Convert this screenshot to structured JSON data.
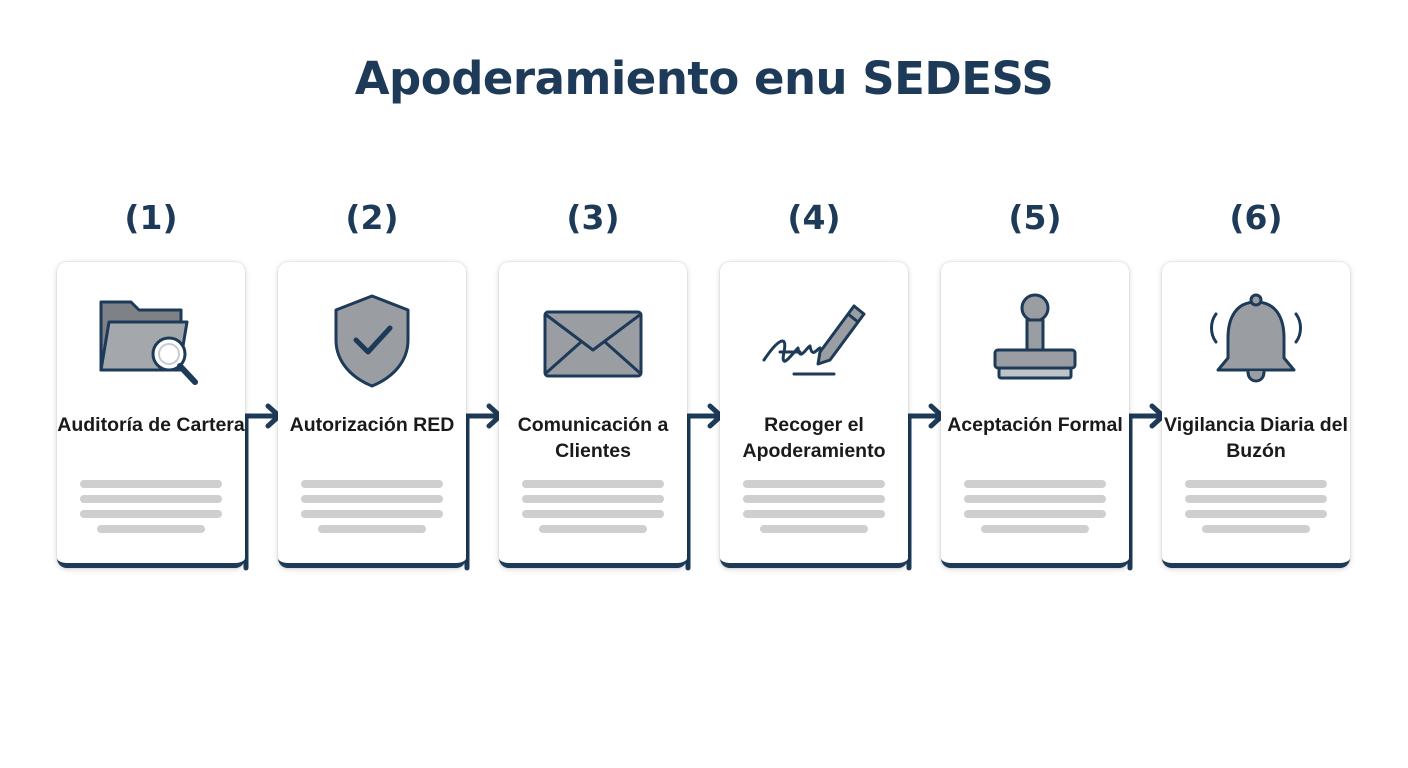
{
  "title": "Apoderamiento enu SEDESS",
  "colors": {
    "accent": "#1d3a58",
    "icon_fill": "#9a9ea3",
    "placeholder_line": "#cfcfcf"
  },
  "steps": [
    {
      "number": "(1)",
      "label": "Auditoría de Cartera",
      "icon": "folder-search-icon"
    },
    {
      "number": "(2)",
      "label": "Autorización RED",
      "icon": "shield-check-icon"
    },
    {
      "number": "(3)",
      "label": "Comunicación a Clientes",
      "icon": "envelope-icon"
    },
    {
      "number": "(4)",
      "label": "Recoger el Apoderamiento",
      "icon": "signature-pen-icon"
    },
    {
      "number": "(5)",
      "label": "Aceptación Formal",
      "icon": "stamp-icon"
    },
    {
      "number": "(6)",
      "label": "Vigilancia Diaria del Buzón",
      "icon": "bell-icon"
    }
  ]
}
